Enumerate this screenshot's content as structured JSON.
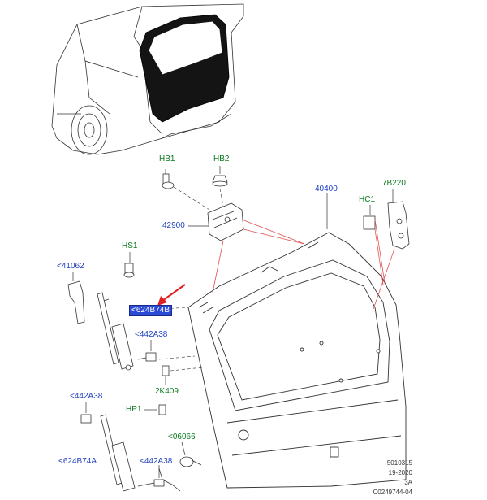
{
  "labels": {
    "hb1": "HB1",
    "hb2": "HB2",
    "l40400": "40400",
    "l7b220": "7B220",
    "hc1": "HC1",
    "l42900": "42900",
    "hs1": "HS1",
    "l41062": "<41062",
    "l624b74b": "<624B74B",
    "l442a38_1": "<442A38",
    "l2k409": "2K409",
    "l442a38_2": "<442A38",
    "hp1": "HP1",
    "l06066": "<06066",
    "l624b74a": "<624B74A",
    "l442a38_3": "<442A38"
  },
  "reference": {
    "line1": "5010315",
    "line2": "19-2020",
    "line3": "3A",
    "line4": "C0249744-04"
  },
  "colors": {
    "blue_label": "#1f3fbf",
    "green_label": "#0a7a1e",
    "highlight": "#2b4bd6",
    "pointer_arrow": "#e02020",
    "callout_line": "#e05050"
  }
}
